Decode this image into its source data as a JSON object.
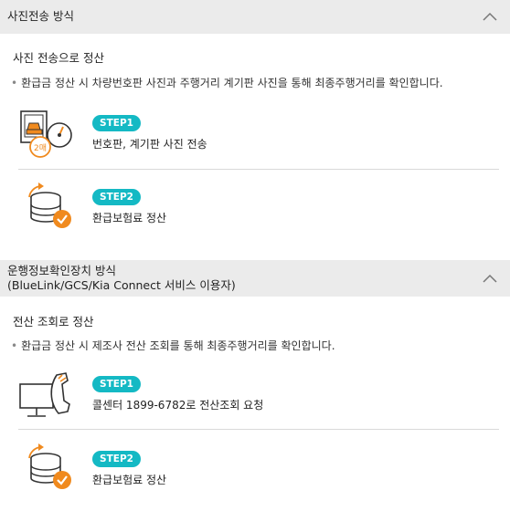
{
  "section1": {
    "title": "사진전송 방식",
    "subtitle": "사진 전송으로 정산",
    "bullet": "환급금 정산 시 차량번호판 사진과 주행거리 계기판 사진을 통해 최종주행거리를 확인합니다.",
    "steps": [
      {
        "badge": "STEP1",
        "text": "번호판, 계기판 사진 전송",
        "icon": "photo-odometer-icon",
        "icon_label": "2매"
      },
      {
        "badge": "STEP2",
        "text": "환급보험료 정산",
        "icon": "database-check-icon"
      }
    ]
  },
  "section2": {
    "title_line1": "운행정보확인장치 방식",
    "title_line2": "(BlueLink/GCS/Kia Connect 서비스 이용자)",
    "subtitle": "전산 조회로 정산",
    "bullet": "환급금 정산 시 제조사 전산 조회를 통해 최종주행거리를 확인합니다.",
    "steps": [
      {
        "badge": "STEP1",
        "text": "콜센터 1899-6782로 전산조회 요청",
        "icon": "phone-computer-icon"
      },
      {
        "badge": "STEP2",
        "text": "환급보험료 정산",
        "icon": "database-check-icon"
      }
    ]
  },
  "colors": {
    "accent_teal": "#14b9c4",
    "accent_orange": "#f08a1e",
    "header_bg": "#ebebeb"
  }
}
